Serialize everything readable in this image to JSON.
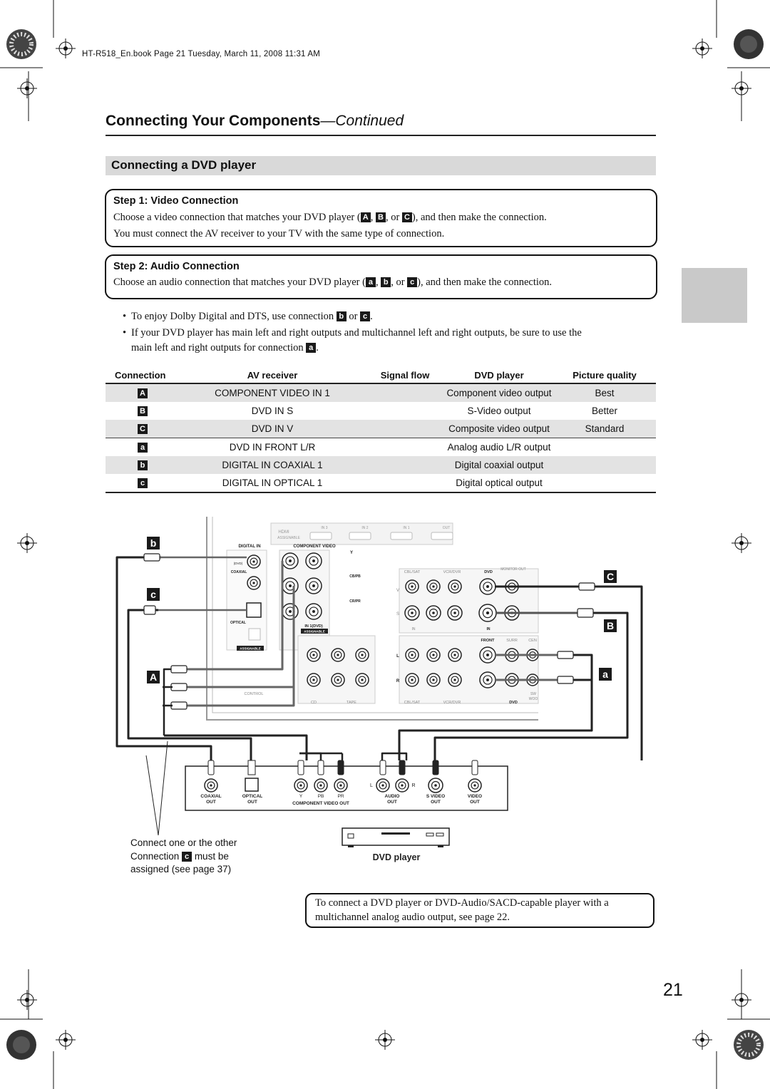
{
  "header": {
    "file_line": "HT-R518_En.book  Page 21  Tuesday, March 11, 2008  11:31 AM"
  },
  "page": {
    "title_main": "Connecting Your Components",
    "title_continued": "—Continued",
    "section_title": "Connecting a DVD player",
    "page_number": "21"
  },
  "step1": {
    "title": "Step 1: Video Connection",
    "line1_pre": "Choose a video connection that matches your DVD player (",
    "badge1": "A",
    "sep1": ", ",
    "badge2": "B",
    "sep2": ", or ",
    "badge3": "C",
    "line1_post": "), and then make the connection.",
    "line2": "You must connect the AV receiver to your TV with the same type of connection."
  },
  "step2": {
    "title": "Step 2: Audio Connection",
    "line1_pre": "Choose an audio connection that matches your DVD player (",
    "badge1": "a",
    "sep1": ", ",
    "badge2": "b",
    "sep2": ", or ",
    "badge3": "c",
    "line1_post": "), and then make the connection."
  },
  "bullets": [
    {
      "pre": "To enjoy Dolby Digital and DTS, use connection ",
      "badge1": "b",
      "mid": " or ",
      "badge2": "c",
      "post": "."
    },
    {
      "line1": "If your DVD player has main left and right outputs and multichannel left and right outputs, be sure to use the",
      "line2_pre": "main left and right outputs for connection ",
      "badge": "a",
      "line2_post": "."
    }
  ],
  "table": {
    "headers": [
      "Connection",
      "AV receiver",
      "Signal flow",
      "DVD player",
      "Picture quality"
    ],
    "rows": [
      {
        "conn": "A",
        "receiver": "COMPONENT VIDEO IN 1",
        "player": "Component video output",
        "quality": "Best",
        "shade": true
      },
      {
        "conn": "B",
        "receiver": "DVD IN S",
        "player": "S-Video output",
        "quality": "Better",
        "shade": false
      },
      {
        "conn": "C",
        "receiver": "DVD IN V",
        "player": "Composite video output",
        "quality": "Standard",
        "shade": true
      },
      {
        "conn": "a",
        "receiver": "DVD IN FRONT L/R",
        "player": "Analog audio L/R output",
        "quality": "",
        "shade": false
      },
      {
        "conn": "b",
        "receiver": "DIGITAL IN COAXIAL 1",
        "player": "Digital coaxial output",
        "quality": "",
        "shade": true
      },
      {
        "conn": "c",
        "receiver": "DIGITAL IN OPTICAL 1",
        "player": "Digital optical output",
        "quality": "",
        "shade": false
      }
    ]
  },
  "diagram": {
    "receiver_labels": {
      "hdmi": "HDMI",
      "assignable": "ASSIGNABLE",
      "in3": "IN 3",
      "in2": "IN 2",
      "in1": "IN 1",
      "out": "OUT",
      "digital_in": "DIGITAL IN",
      "component_video": "COMPONENT VIDEO",
      "y": "Y",
      "cbpb": "CB/PB",
      "crpr": "CR/PR",
      "dvd_small": "(DVD)",
      "coaxial": "COAXIAL",
      "optical": "OPTICAL",
      "in1_dvd": "IN 1(DVD)",
      "cblsat": "CBL/SAT",
      "vcrdvr": "VCR/DVR",
      "dvd": "DVD",
      "monitor_out": "MONITOR OUT",
      "front": "FRONT",
      "surr": "SURR",
      "cen": "CEN",
      "in": "IN",
      "l": "L",
      "r": "R",
      "v": "V",
      "s": "S",
      "cd": "CD",
      "tape": "TAPE",
      "control": "CONTROL",
      "sw": "SW",
      "woo": "WOO"
    },
    "callouts": {
      "b": "b",
      "c": "c",
      "A": "A",
      "C": "C",
      "B": "B",
      "a": "a"
    },
    "player_jacks": {
      "coaxial_out": [
        "COAXIAL",
        "OUT"
      ],
      "optical_out": [
        "OPTICAL",
        "OUT"
      ],
      "component": [
        "Y",
        "PB",
        "PR"
      ],
      "component_label": "COMPONENT VIDEO OUT",
      "audio_lr": [
        "L",
        "R"
      ],
      "audio_out": [
        "AUDIO",
        "OUT"
      ],
      "svideo_out": [
        "S VIDEO",
        "OUT"
      ],
      "video_out": [
        "VIDEO",
        "OUT"
      ]
    },
    "player_caption": "DVD player",
    "caption_line1": "Connect one or the other",
    "caption_line2_pre": "Connection ",
    "caption_badge": "c",
    "caption_line2_post": " must be",
    "caption_line3": "assigned (see page 37)"
  },
  "note": {
    "line1": "To connect a DVD player or DVD-Audio/SACD-capable player with a",
    "line2": "multichannel analog audio output, see page 22."
  }
}
